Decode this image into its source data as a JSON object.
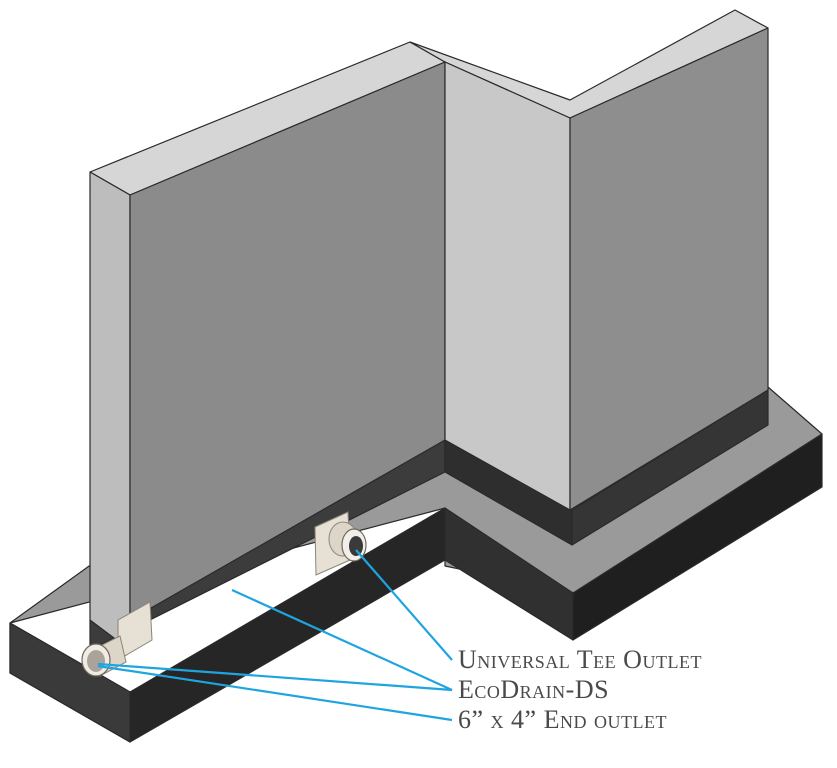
{
  "callouts": [
    {
      "id": "universal-tee-outlet",
      "label": "Universal Tee Outlet"
    },
    {
      "id": "ecodrain-ds",
      "label": "EcoDrain-DS"
    },
    {
      "id": "end-outlet",
      "label": "6” x 4” End outlet"
    }
  ],
  "colors": {
    "leader_line": "#1ea5e0",
    "wall_front": "#8c8c8c",
    "wall_side": "#c9c9c9",
    "wall_top": "#d4d4d4",
    "footing_top": "#9a9a9a",
    "footing_side": "#2b2b2b",
    "drain_membrane": "#3a3a3a",
    "outlet_fitting": "#e7e1d5"
  }
}
